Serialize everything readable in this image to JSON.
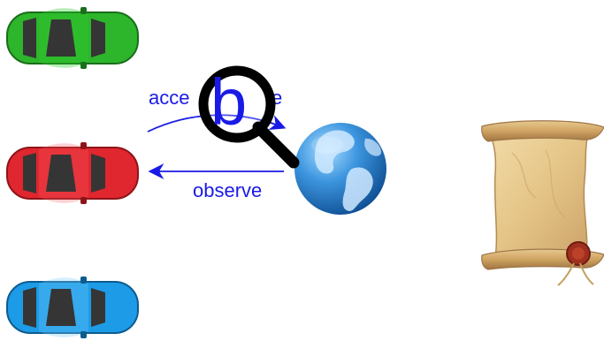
{
  "diagram": {
    "labels": {
      "accelerate_left": "acce",
      "accelerate_right": "e",
      "observe": "observe",
      "magnifier_letter": "b"
    },
    "icons": {
      "car_top": "green-car-icon",
      "car_middle": "red-car-icon",
      "car_bottom": "blue-car-icon",
      "magnifier": "magnifying-glass-icon",
      "globe": "globe-icon",
      "scroll": "parchment-scroll-icon"
    },
    "colors": {
      "car_top": "#2db52b",
      "car_middle": "#e0262e",
      "car_bottom": "#1d9be6",
      "arrow": "#1a1ae6",
      "globe": "#2f7fd1",
      "parchment": "#e8cf95"
    }
  }
}
